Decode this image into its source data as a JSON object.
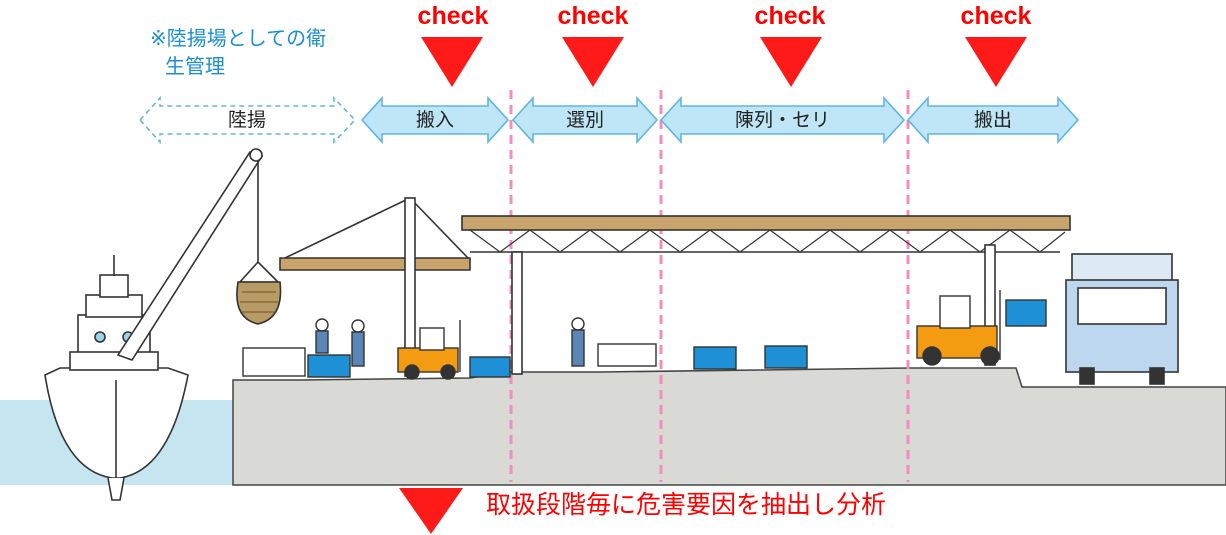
{
  "hygiene_note": {
    "line1": "※陸揚場としての衛",
    "line2": "生管理"
  },
  "check_label": "check",
  "stages": [
    {
      "name": "陸揚",
      "style": "dashed"
    },
    {
      "name": "搬入",
      "style": "filled"
    },
    {
      "name": "選別",
      "style": "filled"
    },
    {
      "name": "陳列・セリ",
      "style": "filled"
    },
    {
      "name": "搬出",
      "style": "filled"
    }
  ],
  "conclusion": "取扱段階毎に危害要因を抽出し分析",
  "colors": {
    "check_red": "#ff0000",
    "note_blue": "#1a8fd1",
    "arrow_fill": "#bfe6f7",
    "arrow_stroke": "#5fb6df",
    "divider_pink": "#f48cbd",
    "ground": "#d9d9d5",
    "water": "#c5e6f0",
    "container_blue": "#1e90d6",
    "forklift_orange": "#f39c12",
    "roof_beam": "#c8a36b"
  }
}
